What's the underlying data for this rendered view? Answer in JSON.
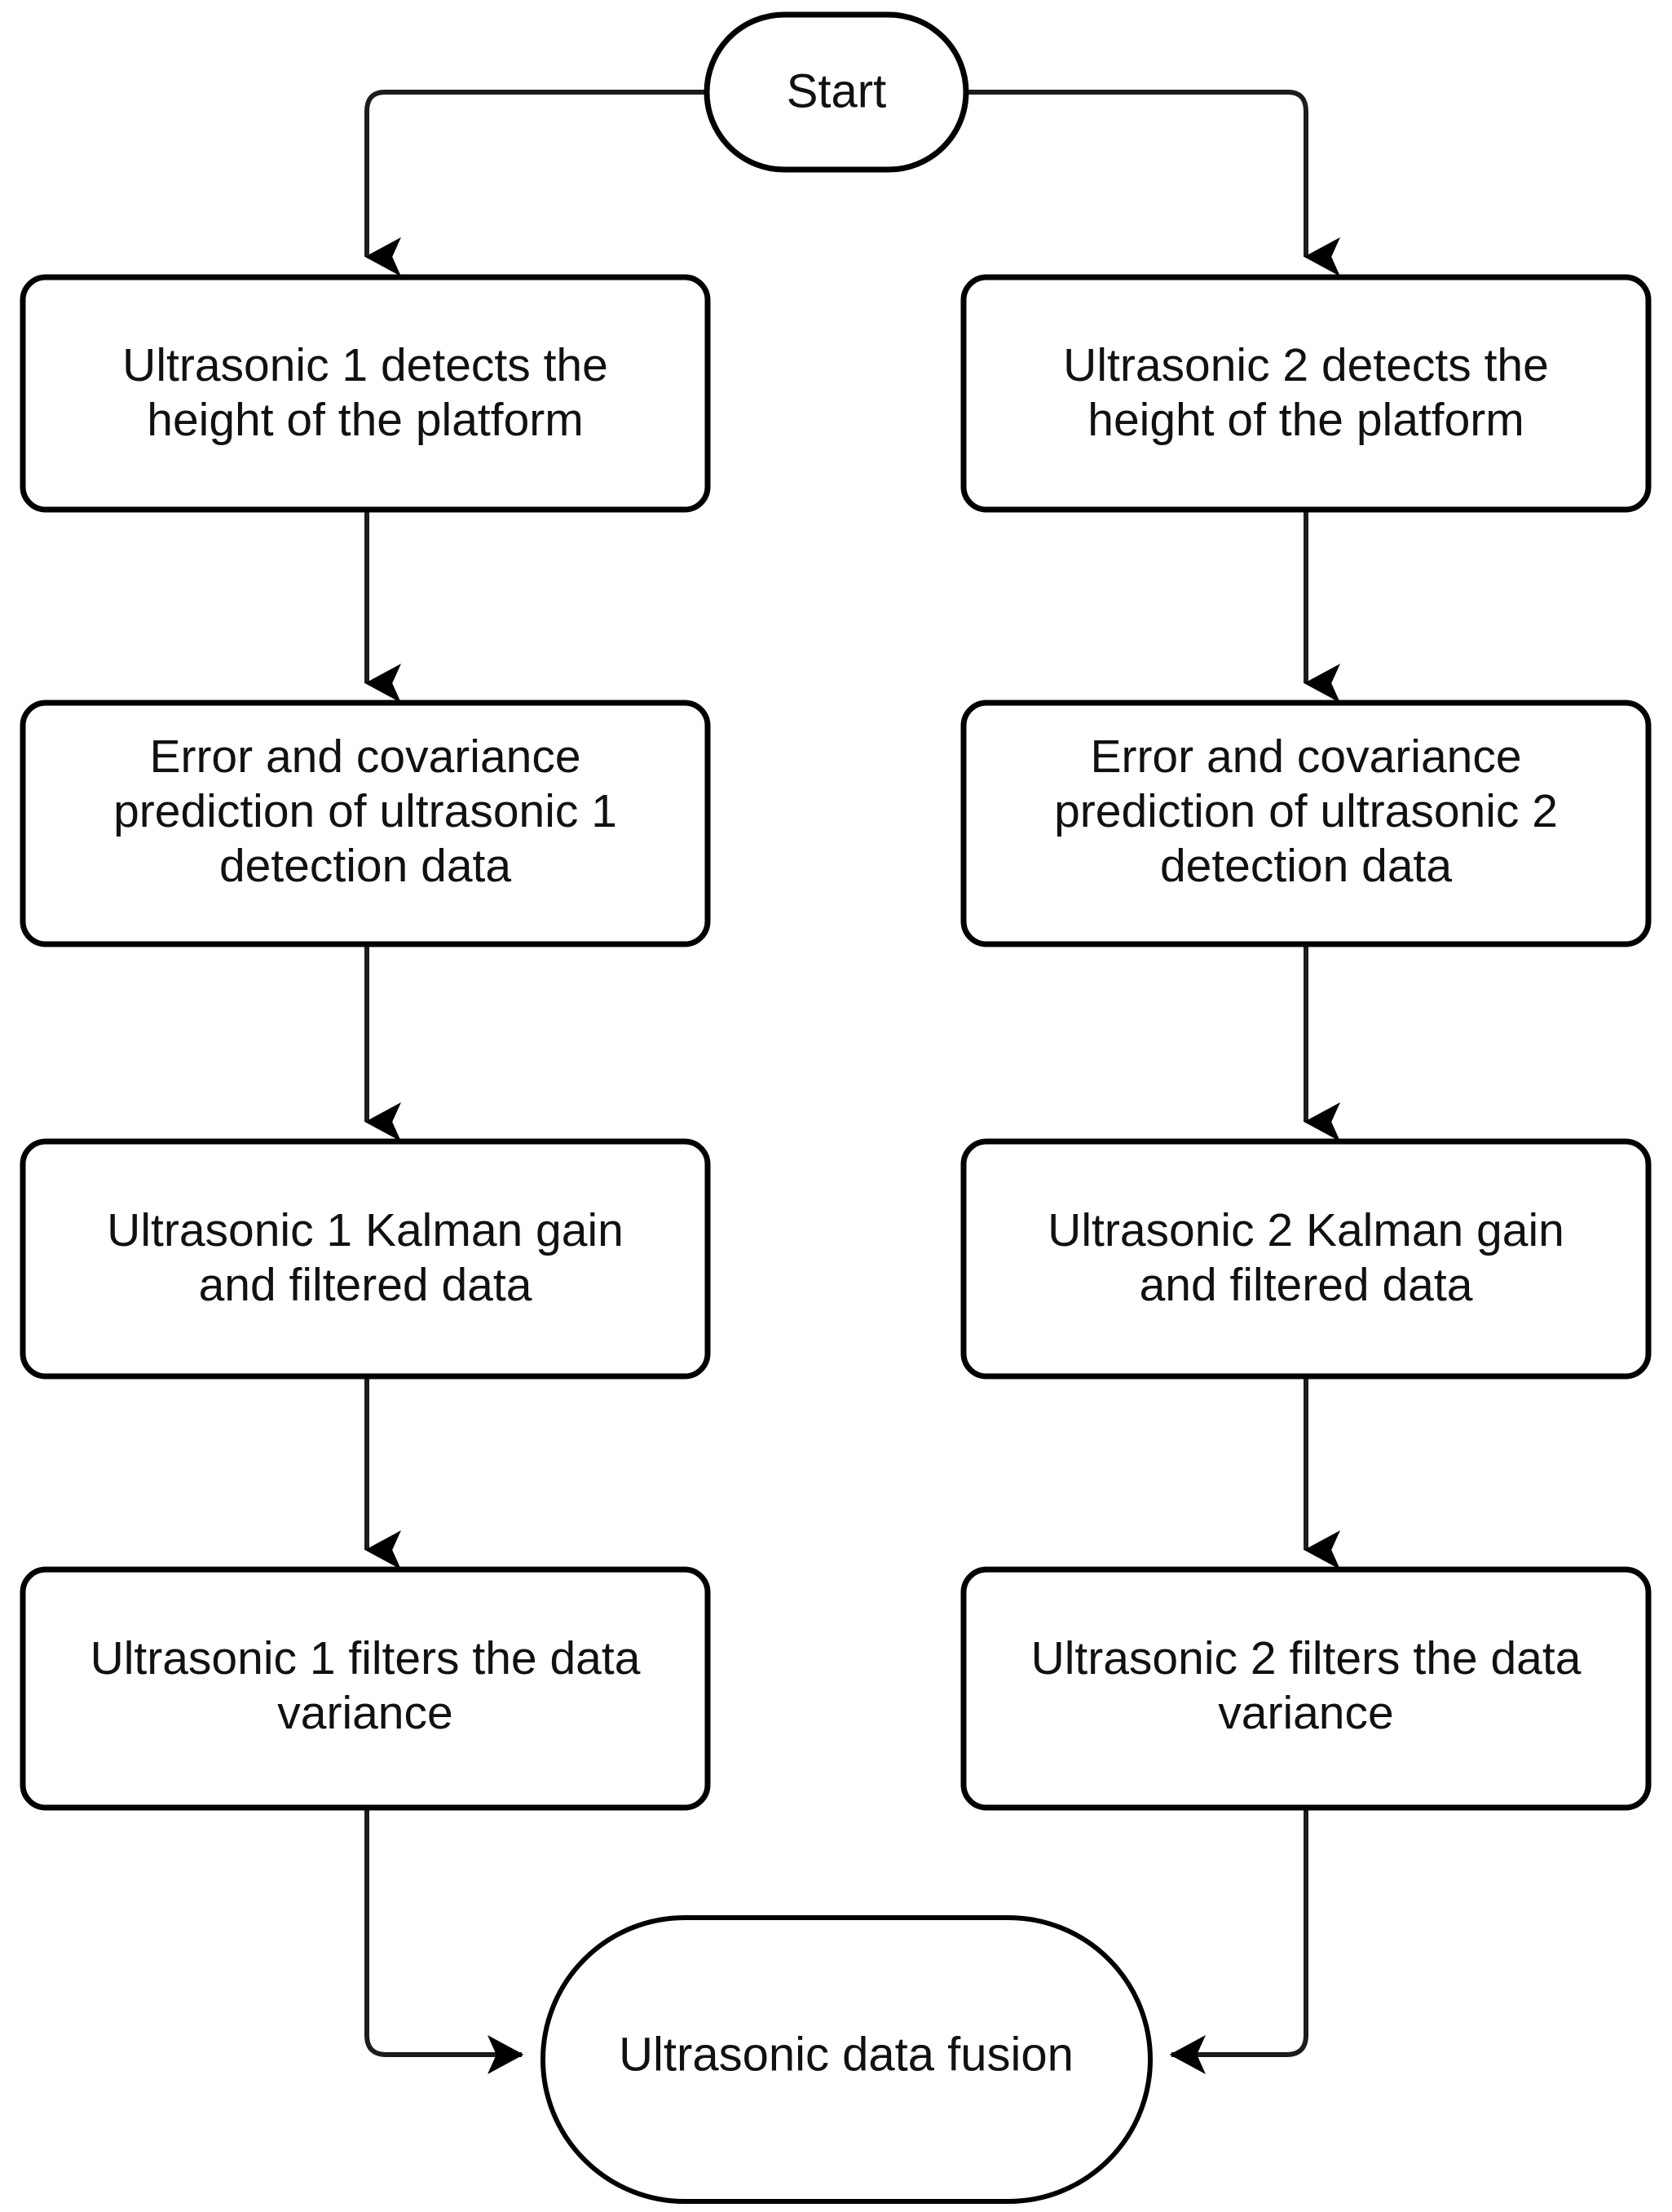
{
  "diagram": {
    "title": "Ultrasonic data fusion Kalman filter flowchart",
    "background_color": "#ffffff",
    "line_color": "#1c1c1c",
    "text_color": "#111111"
  },
  "nodes": {
    "start": {
      "label": "Start",
      "shape": "terminator"
    },
    "fusion": {
      "label": "Ultrasonic data fusion",
      "shape": "terminator"
    },
    "left_column": [
      {
        "id": "u1-detect",
        "shape": "process",
        "lines": [
          "Ultrasonic 1 detects the",
          "height of the platform"
        ]
      },
      {
        "id": "u1-predict",
        "shape": "process",
        "lines": [
          "Error and covariance",
          "prediction of ultrasonic 1",
          "detection data"
        ]
      },
      {
        "id": "u1-gain",
        "shape": "process",
        "lines": [
          "Ultrasonic 1 Kalman gain",
          "and filtered data"
        ]
      },
      {
        "id": "u1-variance",
        "shape": "process",
        "lines": [
          "Ultrasonic 1 filters the data",
          "variance"
        ]
      }
    ],
    "right_column": [
      {
        "id": "u2-detect",
        "shape": "process",
        "lines": [
          "Ultrasonic 2 detects the",
          "height of the platform"
        ]
      },
      {
        "id": "u2-predict",
        "shape": "process",
        "lines": [
          "Error and covariance",
          "prediction of ultrasonic 2",
          "detection data"
        ]
      },
      {
        "id": "u2-gain",
        "shape": "process",
        "lines": [
          "Ultrasonic 2 Kalman gain",
          "and filtered data"
        ]
      },
      {
        "id": "u2-variance",
        "shape": "process",
        "lines": [
          "Ultrasonic 2 filters the data",
          "variance"
        ]
      }
    ]
  },
  "edges": [
    {
      "id": "start-to-u1-detect",
      "from": "start",
      "to": "u1-detect",
      "arrow": "down"
    },
    {
      "id": "start-to-u2-detect",
      "from": "start",
      "to": "u2-detect",
      "arrow": "down"
    },
    {
      "id": "u1-detect-to-u1-predict",
      "from": "u1-detect",
      "to": "u1-predict",
      "arrow": "down"
    },
    {
      "id": "u1-predict-to-u1-gain",
      "from": "u1-predict",
      "to": "u1-gain",
      "arrow": "down"
    },
    {
      "id": "u1-gain-to-u1-variance",
      "from": "u1-gain",
      "to": "u1-variance",
      "arrow": "down"
    },
    {
      "id": "u1-variance-to-fusion",
      "from": "u1-variance",
      "to": "fusion",
      "arrow": "right"
    },
    {
      "id": "u2-detect-to-u2-predict",
      "from": "u2-detect",
      "to": "u2-predict",
      "arrow": "down"
    },
    {
      "id": "u2-predict-to-u2-gain",
      "from": "u2-predict",
      "to": "u2-gain",
      "arrow": "down"
    },
    {
      "id": "u2-gain-to-u2-variance",
      "from": "u2-gain",
      "to": "u2-variance",
      "arrow": "down"
    },
    {
      "id": "u2-variance-to-fusion",
      "from": "u2-variance",
      "to": "fusion",
      "arrow": "left"
    }
  ]
}
